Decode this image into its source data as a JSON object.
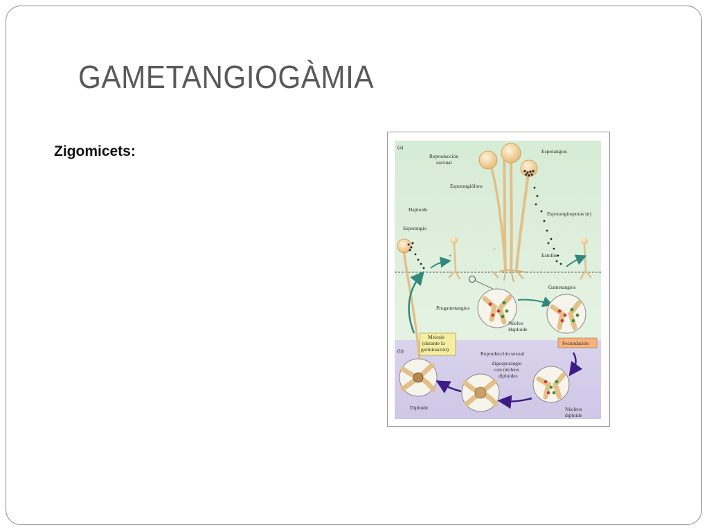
{
  "slide": {
    "title": "GAMETANGIOGÀMIA",
    "subtitle": "Zigomicets:"
  },
  "figure": {
    "panel_a": "(a)",
    "panel_b": "(b)",
    "labels": {
      "asexual_1": "Reproducción",
      "asexual_2": "asexual",
      "esporangios": "Esporangios",
      "esporangioforo": "Esporangióforo",
      "haploide": "Haploide",
      "esporangio": "Esporangio",
      "esporangiosporas": "Esporangiosporas (n)",
      "plus": "+",
      "minus": "–",
      "estolon": "Estolón",
      "gametangios": "Gametangios",
      "progametangios": "Progametangios",
      "nucleo_1": "Núcleo",
      "nucleo_2": "Haploide",
      "meiosis_1": "Meiosis",
      "meiosis_2": "(durante la",
      "meiosis_3": "germinación)",
      "fecundacion": "Fecundación",
      "sexual": "Reproducción sexual",
      "zigo_1": "Zigosporangio",
      "zigo_2": "con núcleos",
      "zigo_3": "diploides",
      "diploide": "Diploide",
      "nucleos_1": "Núcleos",
      "nucleos_2": "diploide"
    },
    "colors": {
      "panel_a_bg": "#d8ecd6",
      "panel_b_bg": "#dcd8ec",
      "hypha": "#e9c98f",
      "teal_arrow": "#2f8a7c",
      "purple_arrow": "#3c1c86",
      "meiosis_box": "#f5eea0",
      "fecundacion_box": "#f6b37e",
      "nucleus_red": "#d2362c",
      "nucleus_green": "#3c8f3c"
    }
  }
}
